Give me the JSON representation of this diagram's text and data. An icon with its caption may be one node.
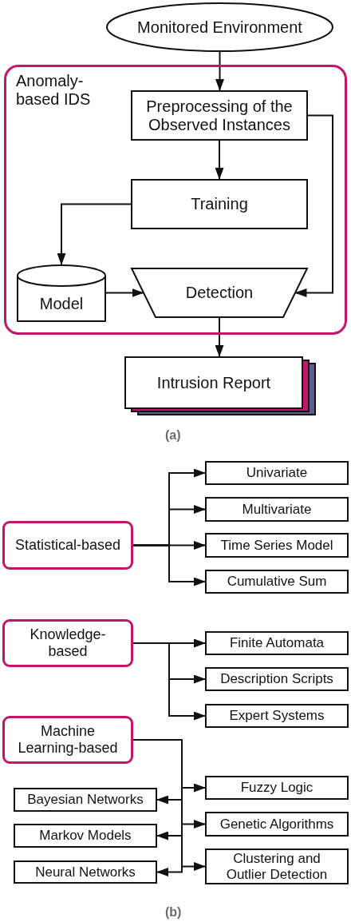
{
  "diagram": {
    "nodes": [
      {
        "text": [
          "Monitored Environment"
        ]
      },
      {
        "text": [
          "Anomaly-based IDS"
        ]
      },
      {
        "text": [
          "Preprocessing of the Observed Instances"
        ],
        "in": 1
      },
      {
        "text": [
          "Training"
        ],
        "in": 1
      },
      {
        "text": [
          "Model"
        ],
        "in": 1
      },
      {
        "text": [
          "Detection"
        ],
        "in": 1
      },
      {
        "text": [
          "Intrusion Report"
        ]
      },
      {
        "text": [
          "Statistical-based"
        ]
      },
      {
        "text": [
          "Univariate"
        ]
      },
      {
        "text": [
          "Multivariate"
        ]
      },
      {
        "text": [
          "Time Series Model"
        ]
      },
      {
        "text": [
          "Cumulative Sum"
        ]
      },
      {
        "text": [
          "Knowledge-based"
        ]
      },
      {
        "text": [
          "Finite Automata"
        ]
      },
      {
        "text": [
          "Description Scripts"
        ]
      },
      {
        "text": [
          "Expert Systems"
        ]
      },
      {
        "text": [
          "Machine Learning-based"
        ]
      },
      {
        "text": [
          "Fuzzy Logic"
        ]
      },
      {
        "text": [
          "Bayesian Networks"
        ]
      },
      {
        "text": [
          "Genetic Algorithms"
        ]
      },
      {
        "text": [
          "Markov Models"
        ]
      },
      {
        "text": [
          "Clustering and Outlier Detection"
        ]
      },
      {
        "text": [
          "Neural Networks"
        ]
      }
    ],
    "edges": [
      {
        "from": 0,
        "to": 2,
        "arrow": "to"
      },
      {
        "from": 2,
        "to": 3,
        "arrow": "to"
      },
      {
        "from": 3,
        "to": 4,
        "arrow": "to"
      },
      {
        "from": 2,
        "to": 5,
        "arrow": "to"
      },
      {
        "from": 4,
        "to": 5,
        "arrow": "to"
      },
      {
        "from": 5,
        "to": 6,
        "arrow": "to"
      },
      {
        "from": 7,
        "to": 8,
        "arrow": "to"
      },
      {
        "from": 7,
        "to": 9,
        "arrow": "to"
      },
      {
        "from": 7,
        "to": 10,
        "arrow": "to"
      },
      {
        "from": 7,
        "to": 11,
        "arrow": "to"
      },
      {
        "from": 12,
        "to": 13,
        "arrow": "to"
      },
      {
        "from": 12,
        "to": 14,
        "arrow": "to"
      },
      {
        "from": 12,
        "to": 15,
        "arrow": "to"
      },
      {
        "from": 16,
        "to": 17,
        "arrow": "to"
      },
      {
        "from": 16,
        "to": 18,
        "arrow": "to"
      },
      {
        "from": 16,
        "to": 19,
        "arrow": "to"
      },
      {
        "from": 16,
        "to": 20,
        "arrow": "to"
      },
      {
        "from": 16,
        "to": 21,
        "arrow": "to"
      },
      {
        "from": 16,
        "to": 22,
        "arrow": "to"
      }
    ],
    "labels": [
      "(a)",
      "(b)"
    ]
  }
}
